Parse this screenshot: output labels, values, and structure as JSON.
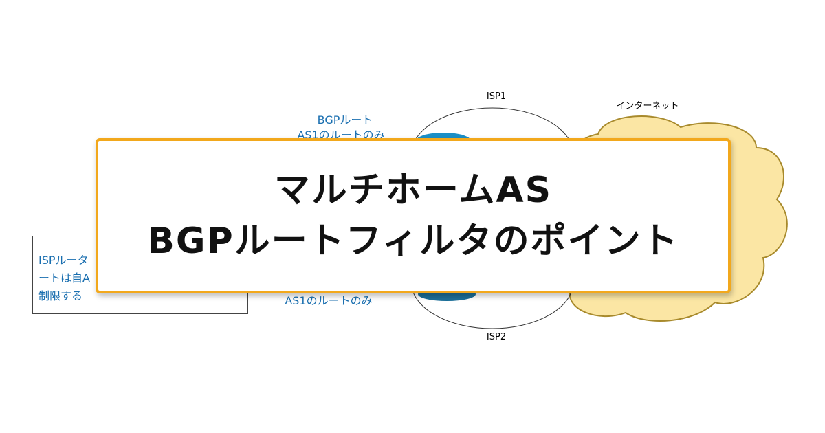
{
  "diagram": {
    "isp1_label": "ISP1",
    "isp2_label": "ISP2",
    "internet_label": "インターネット",
    "bgp_label_top_line1": "BGPルート",
    "bgp_label_top_line2": "AS1のルートのみ",
    "bgp_label_bottom": "AS1のルートのみ",
    "note_lines": [
      "ISPルータ",
      "ートは自A",
      "制限する"
    ],
    "colors": {
      "cloud_fill": "#fbe6a4",
      "cloud_stroke": "#a88a2c",
      "text_blue": "#1a6fb0",
      "router_blue": "#1b8fc6",
      "card_border": "#f2a81c"
    }
  },
  "title": {
    "line1": "マルチホームAS",
    "line2": "BGPルートフィルタのポイント"
  }
}
